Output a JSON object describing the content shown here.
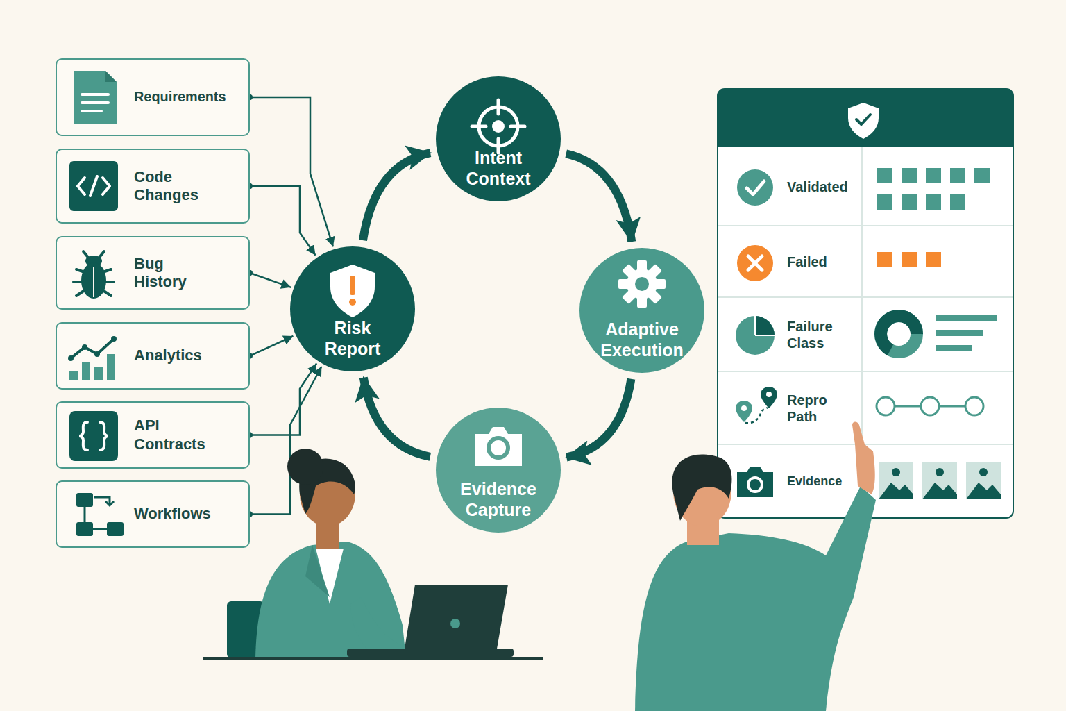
{
  "diagram": {
    "nodes": [
      {
        "text": [
          "Requirements"
        ]
      },
      {
        "text": [
          "Code Changes"
        ]
      },
      {
        "text": [
          "Bug History"
        ]
      },
      {
        "text": [
          "Analytics"
        ]
      },
      {
        "text": [
          "API Contracts"
        ]
      },
      {
        "text": [
          "Workflows"
        ]
      },
      {
        "text": [
          "Intent Context"
        ]
      },
      {
        "text": [
          "Risk Report"
        ]
      },
      {
        "text": [
          "Adaptive Execution"
        ]
      },
      {
        "text": [
          "Evidence Capture"
        ]
      },
      {
        "text": [
          "Validated"
        ]
      },
      {
        "text": [
          "Failed"
        ]
      },
      {
        "text": [
          "Failure Class"
        ]
      },
      {
        "text": [
          "Repro Path"
        ]
      },
      {
        "text": [
          "Evidence"
        ]
      }
    ],
    "edges": [
      {
        "from": 0,
        "to": 7,
        "arrow": "to"
      },
      {
        "from": 1,
        "to": 7,
        "arrow": "to"
      },
      {
        "from": 2,
        "to": 7,
        "arrow": "to"
      },
      {
        "from": 3,
        "to": 7,
        "arrow": "to"
      },
      {
        "from": 4,
        "to": 7,
        "arrow": "to"
      },
      {
        "from": 5,
        "to": 7,
        "arrow": "to"
      },
      {
        "from": 6,
        "to": 8,
        "arrow": "to"
      },
      {
        "from": 8,
        "to": 9,
        "arrow": "to"
      },
      {
        "from": 9,
        "to": 7,
        "arrow": "to"
      },
      {
        "from": 7,
        "to": 6,
        "arrow": "to"
      }
    ]
  }
}
